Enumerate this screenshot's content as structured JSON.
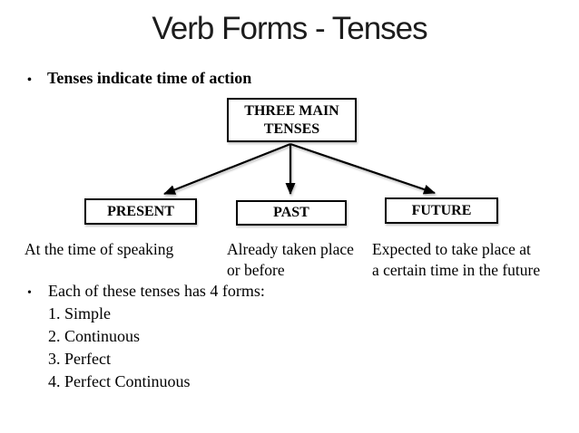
{
  "slide": {
    "title": "Verb Forms - Tenses",
    "bullet_glyph": "•",
    "bullet1": "Tenses  indicate time of action",
    "diagram": {
      "root": {
        "line1": "THREE MAIN",
        "line2": "TENSES"
      },
      "children": [
        {
          "label": "PRESENT",
          "desc": [
            "At the time of speaking"
          ]
        },
        {
          "label": "PAST",
          "desc": [
            "Already taken place",
            "or before"
          ]
        },
        {
          "label": "FUTURE",
          "desc": [
            "Expected to take place at",
            "a certain time in the future"
          ]
        }
      ]
    },
    "bullet2": "Each of these tenses has 4 forms:",
    "forms": [
      "1. Simple",
      "2. Continuous",
      "3. Perfect",
      "4. Perfect Continuous"
    ],
    "colors": {
      "background": "#ffffff",
      "title_text": "#1c1c1c",
      "body_text": "#000000",
      "box_border": "#000000",
      "arrow": "#000000"
    }
  }
}
